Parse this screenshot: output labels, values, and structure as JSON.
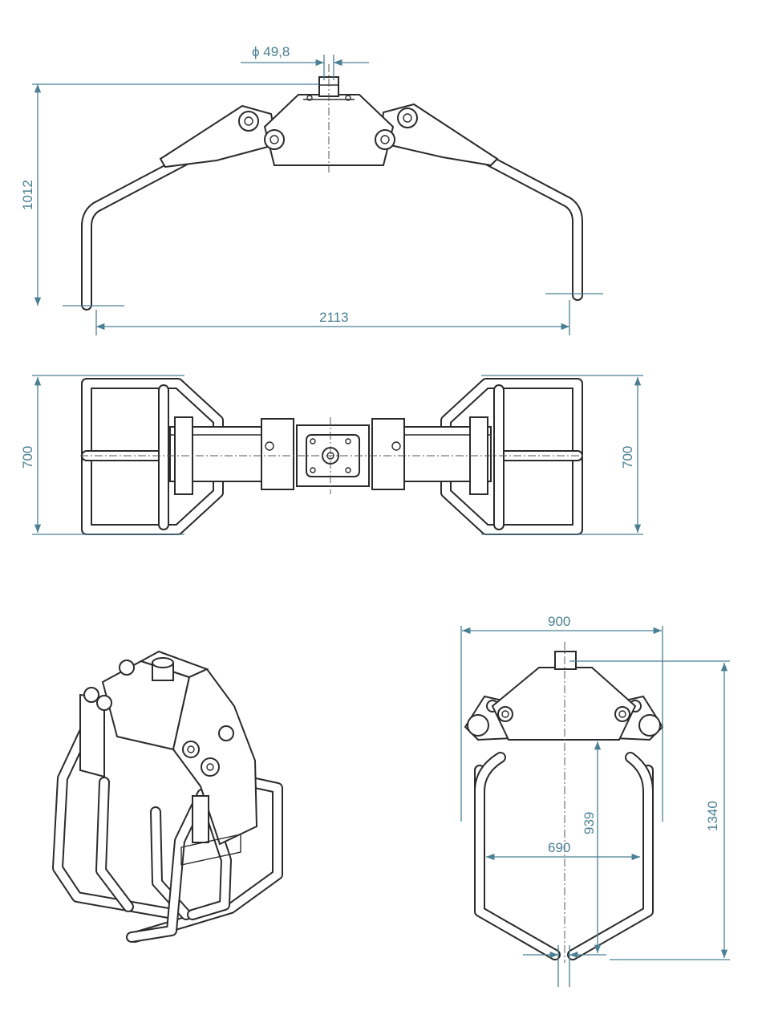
{
  "dimensions": {
    "pin_diameter": "ϕ 49,8",
    "height_front": "1012",
    "width_open": "2113",
    "top_depth_left": "700",
    "top_depth_right": "700",
    "side_width": "900",
    "side_height": "1340",
    "inner_height": "939",
    "inner_width": "690"
  },
  "colors": {
    "dimension_line": "#4a7f94",
    "outline": "#2b2b2b"
  }
}
